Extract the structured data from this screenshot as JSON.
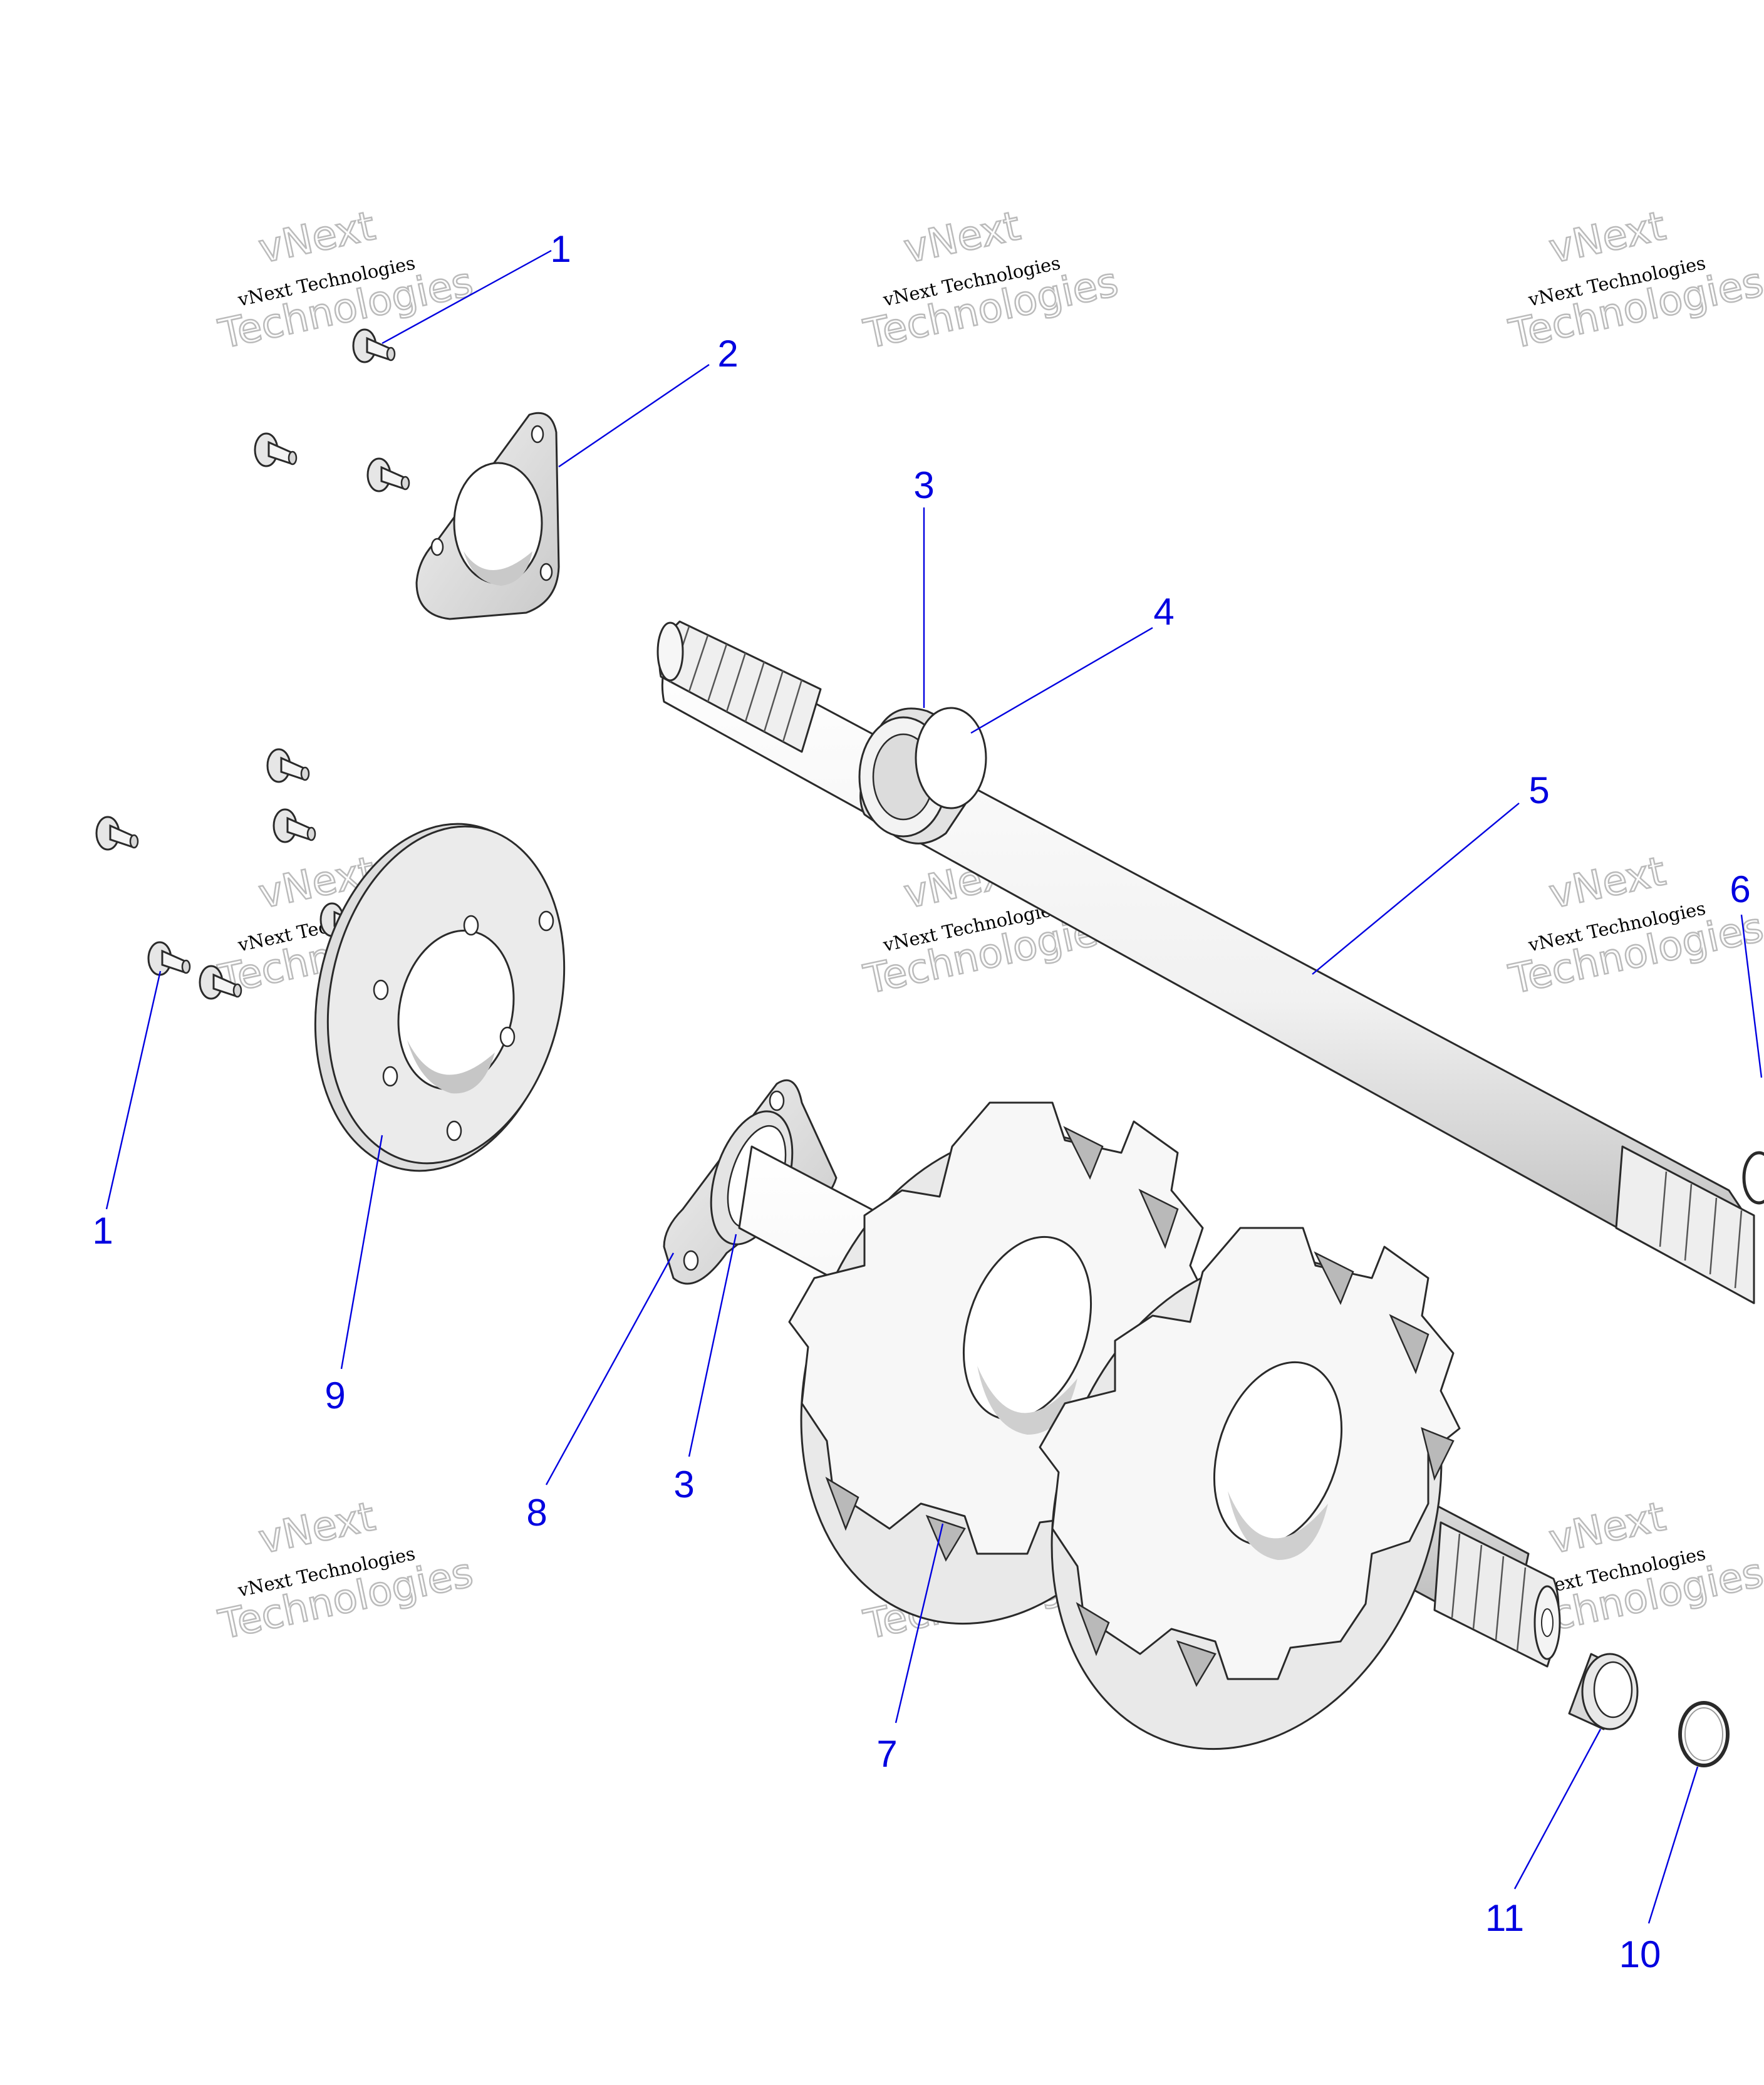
{
  "colors": {
    "callout": "#0000e0",
    "outline": "#2a2a2a",
    "part_fill": "#e8e8e8",
    "part_shade": "#b9b9b9",
    "watermark_outline": "#bbbbbb"
  },
  "watermark": {
    "line1": "vNext",
    "line2": "vNext Technologies",
    "line3": "Technologies"
  },
  "callouts": [
    {
      "id": "callout-1a",
      "label": "1"
    },
    {
      "id": "callout-2",
      "label": "2"
    },
    {
      "id": "callout-3a",
      "label": "3"
    },
    {
      "id": "callout-4",
      "label": "4"
    },
    {
      "id": "callout-5",
      "label": "5"
    },
    {
      "id": "callout-6",
      "label": "6"
    },
    {
      "id": "callout-1b",
      "label": "1"
    },
    {
      "id": "callout-9",
      "label": "9"
    },
    {
      "id": "callout-8",
      "label": "8"
    },
    {
      "id": "callout-3b",
      "label": "3"
    },
    {
      "id": "callout-7",
      "label": "7"
    },
    {
      "id": "callout-11",
      "label": "11"
    },
    {
      "id": "callout-10",
      "label": "10"
    }
  ]
}
